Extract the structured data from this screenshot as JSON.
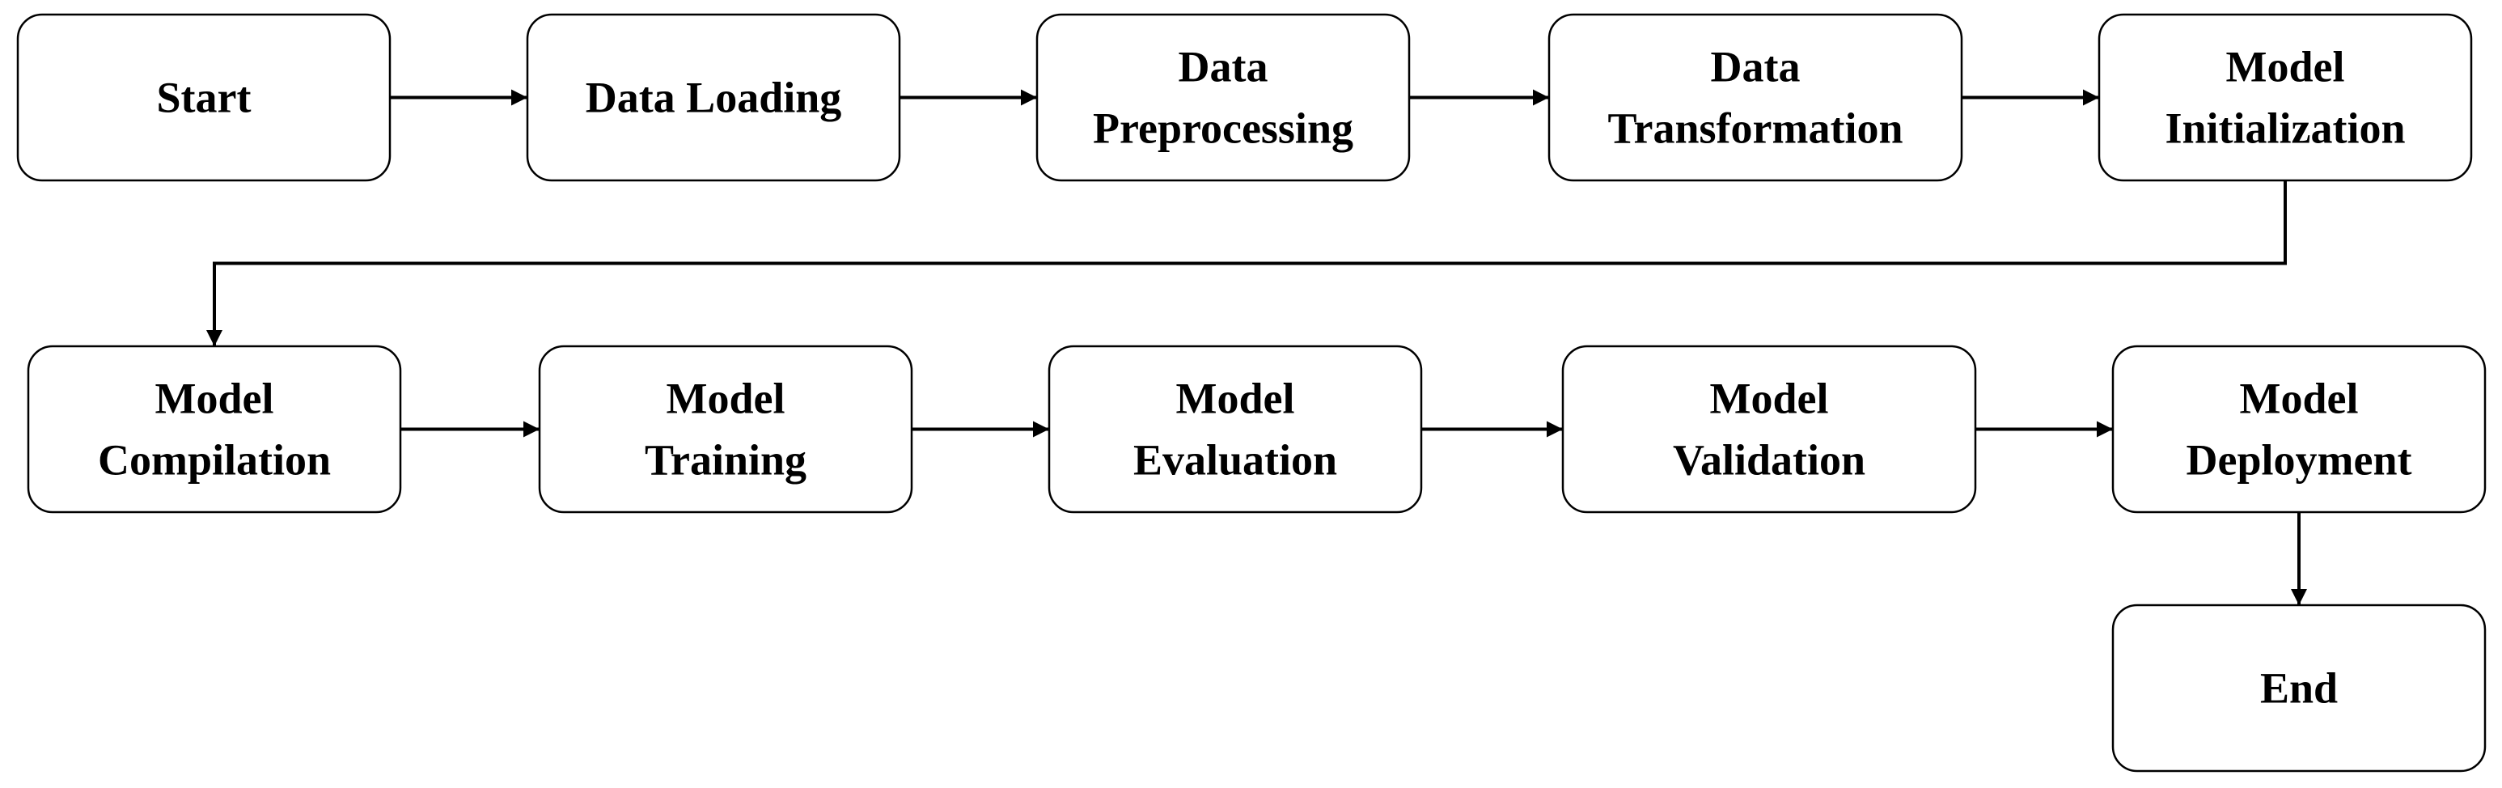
{
  "colors": {
    "default_text": "#000000",
    "start_text": "#118811",
    "end_text": "#ff1a1a",
    "box_stroke": "#000000",
    "arrow": "#000000"
  },
  "nodes": [
    {
      "id": "start",
      "lines": [
        "Start"
      ]
    },
    {
      "id": "data-loading",
      "lines": [
        "Data Loading"
      ]
    },
    {
      "id": "data-preprocessing",
      "lines": [
        "Data",
        "Preprocessing"
      ]
    },
    {
      "id": "data-transformation",
      "lines": [
        "Data",
        "Transformation"
      ]
    },
    {
      "id": "model-initialization",
      "lines": [
        "Model",
        "Initialization"
      ]
    },
    {
      "id": "model-compilation",
      "lines": [
        "Model",
        "Compilation"
      ]
    },
    {
      "id": "model-training",
      "lines": [
        "Model",
        "Training"
      ]
    },
    {
      "id": "model-evaluation",
      "lines": [
        "Model",
        "Evaluation"
      ]
    },
    {
      "id": "model-validation",
      "lines": [
        "Model",
        "Validation"
      ]
    },
    {
      "id": "model-deployment",
      "lines": [
        "Model",
        "Deployment"
      ]
    },
    {
      "id": "end",
      "lines": [
        "End"
      ]
    }
  ],
  "edges": [
    {
      "from": "start",
      "to": "data-loading"
    },
    {
      "from": "data-loading",
      "to": "data-preprocessing"
    },
    {
      "from": "data-preprocessing",
      "to": "data-transformation"
    },
    {
      "from": "data-transformation",
      "to": "model-initialization"
    },
    {
      "from": "model-initialization",
      "to": "model-compilation"
    },
    {
      "from": "model-compilation",
      "to": "model-training"
    },
    {
      "from": "model-training",
      "to": "model-evaluation"
    },
    {
      "from": "model-evaluation",
      "to": "model-validation"
    },
    {
      "from": "model-validation",
      "to": "model-deployment"
    },
    {
      "from": "model-deployment",
      "to": "end"
    }
  ]
}
